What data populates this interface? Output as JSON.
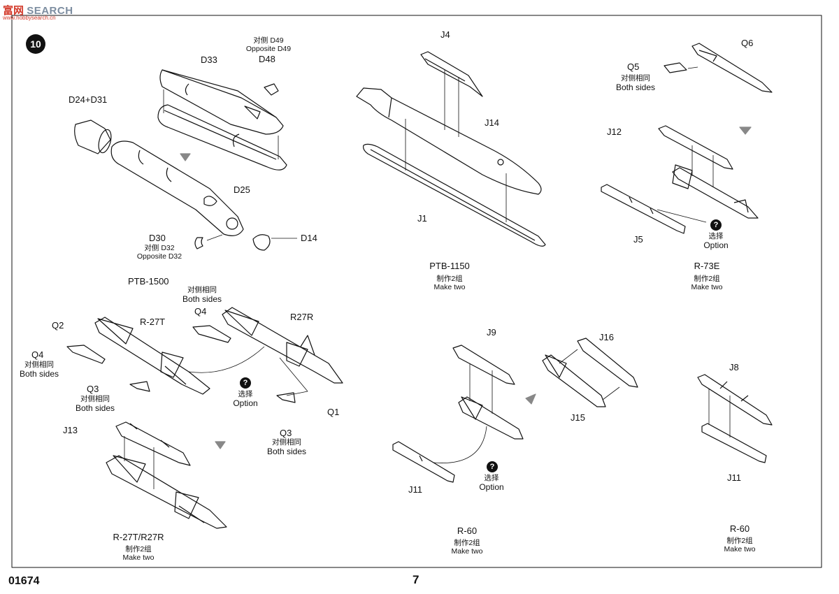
{
  "watermark": {
    "brand_cn": "富",
    "brand_mid": "网",
    "brand_en": "SEARCH",
    "domain": "www.hobbysearch.cn"
  },
  "step_number": "10",
  "footer": {
    "code": "01674",
    "page": "7"
  },
  "colors": {
    "ink": "#111111",
    "paper": "#ffffff",
    "watermark_red": "#d33b2b",
    "watermark_gray": "#7c8da0"
  },
  "icons": {
    "step": "numbered-circle",
    "option": "question-circle-icon",
    "arrow": "down-chevron-arrow-icon"
  },
  "assemblies": {
    "ptb1500": {
      "title": "PTB-1500",
      "parts": {
        "d33": "D33",
        "d48": "D48",
        "d49_cn": "对侧 D49",
        "d49_en": "Opposite D49",
        "d24": "D24+D31",
        "d25": "D25",
        "d30": "D30",
        "d32_cn": "对侧 D32",
        "d32_en": "Opposite D32",
        "d14": "D14"
      }
    },
    "ptb1150": {
      "title": "PTB-1150",
      "make_cn": "制作2组",
      "make_en": "Make two",
      "parts": {
        "j4": "J4",
        "j14": "J14",
        "j1": "J1"
      }
    },
    "r73e": {
      "title": "R-73E",
      "make_cn": "制作2组",
      "make_en": "Make two",
      "parts": {
        "q5": "Q5",
        "q6": "Q6",
        "both_cn": "对侧相同",
        "both_en": "Both sides",
        "j12": "J12",
        "j5": "J5",
        "option_cn": "选择",
        "option_en": "Option"
      }
    },
    "r27": {
      "parts": {
        "q2": "Q2",
        "r27t": "R-27T",
        "q4a": "Q4",
        "q4a_cn": "对侧相同",
        "q4a_en": "Both sides",
        "q3a": "Q3",
        "q3a_cn": "对侧相同",
        "q3a_en": "Both sides",
        "q4b_cn": "对侧相同",
        "q4b_en": "Both sides",
        "q4b": "Q4",
        "r27r": "R27R",
        "option_cn": "选择",
        "option_en": "Option",
        "q1": "Q1",
        "q3b": "Q3",
        "q3b_cn": "对侧相同",
        "q3b_en": "Both sides"
      }
    },
    "r27tr": {
      "title": "R-27T/R27R",
      "make_cn": "制作2组",
      "make_en": "Make two",
      "parts": {
        "j13": "J13"
      }
    },
    "r60a": {
      "title": "R-60",
      "make_cn": "制作2组",
      "make_en": "Make two",
      "parts": {
        "j9": "J9",
        "j11": "J11",
        "option_cn": "选择",
        "option_en": "Option",
        "j16": "J16",
        "j15": "J15"
      }
    },
    "r60b": {
      "title": "R-60",
      "make_cn": "制作2组",
      "make_en": "Make two",
      "parts": {
        "j8": "J8",
        "j11": "J11"
      }
    }
  }
}
